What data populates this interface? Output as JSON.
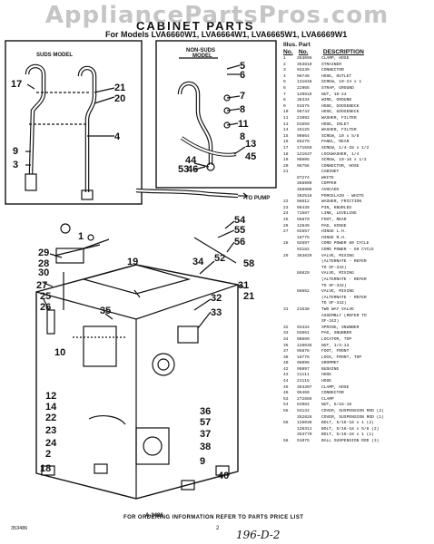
{
  "watermark": "AppliancePartsPros.com",
  "title": "CABINET PARTS",
  "models_line": "For Models LVA6660W1, LVA6664W1, LVA6665W1, LVA6669W1",
  "diagram": {
    "suds_model_label": "SUDS MODEL",
    "non_suds_label_1": "NON-SUDS",
    "non_suds_label_2": "MODEL",
    "to_pump_label": "TO PUMP",
    "figure_code": "A-3486",
    "callouts": [
      "17",
      "21",
      "20",
      "4",
      "9",
      "3",
      "5",
      "6",
      "7",
      "8",
      "11",
      "8",
      "44",
      "46",
      "13",
      "45",
      "53",
      "54",
      "55",
      "56",
      "52",
      "58",
      "1",
      "29",
      "28",
      "30",
      "27",
      "25",
      "26",
      "19",
      "32",
      "33",
      "31",
      "34",
      "35",
      "10",
      "36",
      "57",
      "12",
      "14",
      "22",
      "23",
      "24",
      "2",
      "18",
      "37",
      "38",
      "21",
      "9",
      "40"
    ]
  },
  "table": {
    "header_illus": "Illus.",
    "header_part": "Part",
    "header_no": "No.",
    "header_partno": "No.",
    "header_description": "DESCRIPTION",
    "rows": [
      {
        "k": "1",
        "p": "353095",
        "d": "CLAMP, HOSE"
      },
      {
        "k": "2",
        "p": "353810",
        "d": "STRAINER"
      },
      {
        "k": "3",
        "p": "93239",
        "d": "CONNECTOR"
      },
      {
        "k": "4",
        "p": "96746",
        "d": "HOSE, OUTLET"
      },
      {
        "k": "5",
        "p": "131848",
        "d": "SCREW, 10-24 x 1"
      },
      {
        "k": "6",
        "p": "22965",
        "d": "STRAP, GROUND"
      },
      {
        "k": "7",
        "p": "120818",
        "d": "NUT, 10-24"
      },
      {
        "k": "8",
        "p": "36334",
        "d": "WIRE, GROUND"
      },
      {
        "k": "9",
        "p": "91575",
        "d": "HOSE, GOOSENECK"
      },
      {
        "k": "10",
        "p": "96743",
        "d": "HOSE, GOOSENECK"
      },
      {
        "k": "11",
        "p": "21092",
        "d": "WASHER, FILTER"
      },
      {
        "k": "13",
        "p": "81559",
        "d": "HOSE, INLET"
      },
      {
        "k": "14",
        "p": "16125",
        "d": "WASHER, FILTER"
      },
      {
        "k": "15",
        "p": "90864",
        "d": "SCREW, 10 x 5/8"
      },
      {
        "k": "16",
        "p": "85279",
        "d": "PANEL, REAR"
      },
      {
        "k": "17",
        "p": "171559",
        "d": "SCREW, 1/4-28 x 1/2"
      },
      {
        "k": "18",
        "p": "121637",
        "d": "LOCKWASHER, 1/4"
      },
      {
        "k": "19",
        "p": "98605",
        "d": "SCREW, 10-16 x 1/2"
      },
      {
        "k": "20",
        "p": "96756",
        "d": "CONNECTOR, HOSE"
      },
      {
        "k": "21",
        "p": "",
        "d": "CABINET"
      },
      {
        "k": "",
        "p": "87274",
        "d": "WHITE"
      },
      {
        "k": "",
        "p": "368909",
        "d": "COPPER"
      },
      {
        "k": "",
        "p": "368906",
        "d": "AVOCADO"
      },
      {
        "k": "",
        "p": "362518",
        "d": "PORCELAIN - WHITE"
      },
      {
        "k": "22",
        "p": "98612",
        "d": "WASHER, FRICTION"
      },
      {
        "k": "23",
        "p": "98439",
        "d": "PIN, KNURLED"
      },
      {
        "k": "24",
        "p": "71587",
        "d": "LINK, LEVELING"
      },
      {
        "k": "25",
        "p": "95879",
        "d": "FOOT, REAR"
      },
      {
        "k": "26",
        "p": "12849",
        "d": "PAD, HINGE"
      },
      {
        "k": "27",
        "p": "92657",
        "d": "HINGE L.H."
      },
      {
        "k": "",
        "p": "18775",
        "d": "HINGE R.H."
      },
      {
        "k": "28",
        "p": "92697",
        "d": "CORD POWER 60 CYCLE"
      },
      {
        "k": "",
        "p": "93182",
        "d": "CORD POWER - 50 CYCLE"
      },
      {
        "k": "29",
        "p": "363829",
        "d": "VALVE, MIXING"
      },
      {
        "k": "",
        "p": "",
        "d": "(ALTERNATE - REFER"
      },
      {
        "k": "",
        "p": "",
        "d": "TO SF-342)"
      },
      {
        "k": "",
        "p": "86829",
        "d": "VALVE, MIXING"
      },
      {
        "k": "",
        "p": "",
        "d": "(ALTERNATE - REFER"
      },
      {
        "k": "",
        "p": "",
        "d": "TO SF-342)"
      },
      {
        "k": "",
        "p": "68652",
        "d": "VALVE, MIXING"
      },
      {
        "k": "",
        "p": "",
        "d": "(ALTERNATE - REFER"
      },
      {
        "k": "",
        "p": "",
        "d": "TO SF-342)"
      },
      {
        "k": "31",
        "p": "21638",
        "d": "TWO WAY VALVE"
      },
      {
        "k": "",
        "p": "",
        "d": "ASSEMBLY (REFER TO"
      },
      {
        "k": "",
        "p": "",
        "d": "SF-342)"
      },
      {
        "k": "32",
        "p": "93434",
        "d": "SPRING, SNUBBER"
      },
      {
        "k": "33",
        "p": "93661",
        "d": "PAD, SNUBBER"
      },
      {
        "k": "34",
        "p": "98669",
        "d": "LOCATOR, TOP"
      },
      {
        "k": "35",
        "p": "126038",
        "d": "NUT, 1/2-13"
      },
      {
        "k": "37",
        "p": "95878",
        "d": "FOOT, FRONT"
      },
      {
        "k": "38",
        "p": "18776",
        "d": "LOCK, FRONT, TOP"
      },
      {
        "k": "40",
        "p": "95096",
        "d": "GROMMET"
      },
      {
        "k": "42",
        "p": "95097",
        "d": "BUSHING"
      },
      {
        "k": "43",
        "p": "21111",
        "d": "HOSE"
      },
      {
        "k": "44",
        "p": "21115",
        "d": "HOSE"
      },
      {
        "k": "45",
        "p": "353397",
        "d": "CLAMP, HOSE"
      },
      {
        "k": "46",
        "p": "95460",
        "d": "CONNECTOR"
      },
      {
        "k": "53",
        "p": "272855",
        "d": "CLAMP"
      },
      {
        "k": "54",
        "p": "63984",
        "d": "NUT, 5/16-18"
      },
      {
        "k": "55",
        "p": "94134",
        "d": "COVER, SUSPENSION ROD (2)"
      },
      {
        "k": "",
        "p": "352826",
        "d": "COVER, SUSPENSION ROD (1)"
      },
      {
        "k": "56",
        "p": "126038",
        "d": "BOLT, 5/16-18 x 1 (2)"
      },
      {
        "k": "",
        "p": "126311",
        "d": "BOLT, 5/16-18 x 5/8 (2)"
      },
      {
        "k": "",
        "p": "353770",
        "d": "BOLT, 5/16-18 x 1 (1)"
      },
      {
        "k": "58",
        "p": "91075",
        "d": "BALL SUSPENSION ROD (3)"
      }
    ]
  },
  "footer": "FOR ORDERING INFORMATION REFER TO PARTS PRICE LIST",
  "page_number": "2",
  "doc_code": "353486",
  "handwritten": "196-D-2",
  "colors": {
    "ink": "#111111",
    "watermark": "#969696",
    "paper": "#ffffff"
  }
}
